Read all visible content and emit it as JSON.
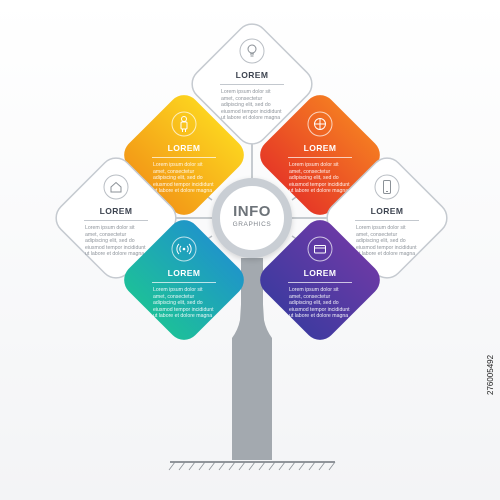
{
  "hub": {
    "title": "INFO",
    "subtitle": "GRAPHICS"
  },
  "cards": [
    {
      "id": "top",
      "icon": "lightbulb-icon",
      "title": "LOREM",
      "body": "Lorem ipsum dolor sit amet, consectetur adipiscing elit, sed do eiusmod tempor incididunt ut labore et dolore magna",
      "color": "#ffffff"
    },
    {
      "id": "left-upper",
      "icon": "person-icon",
      "title": "LOREM",
      "body": "Lorem ipsum dolor sit amet, consectetur adipiscing elit, sed do eiusmod tempor incididunt ut labore et dolore magna",
      "color": "#f6b21a"
    },
    {
      "id": "right-upper",
      "icon": "basketball-icon",
      "title": "LOREM",
      "body": "Lorem ipsum dolor sit amet, consectetur adipiscing elit, sed do eiusmod tempor incididunt ut labore et dolore magna",
      "color": "#ec5a24"
    },
    {
      "id": "left-middle",
      "icon": "home-icon",
      "title": "LOREM",
      "body": "Lorem ipsum dolor sit amet, consectetur adipiscing elit, sed do eiusmod tempor incididunt ut labore et dolore magna",
      "color": "#ffffff"
    },
    {
      "id": "right-middle",
      "icon": "smartphone-icon",
      "title": "LOREM",
      "body": "Lorem ipsum dolor sit amet, consectetur adipiscing elit, sed do eiusmod tempor incididunt ut labore et dolore magna",
      "color": "#ffffff"
    },
    {
      "id": "left-lower",
      "icon": "wifi-icon",
      "title": "LOREM",
      "body": "Lorem ipsum dolor sit amet, consectetur adipiscing elit, sed do eiusmod tempor incididunt ut labore et dolore magna",
      "color": "#1aa9b3"
    },
    {
      "id": "right-lower",
      "icon": "credit-card-icon",
      "title": "LOREM",
      "body": "Lorem ipsum dolor sit amet, consectetur adipiscing elit, sed do eiusmod tempor incididunt ut labore et dolore magna",
      "color": "#5a3aa8"
    }
  ],
  "watermark": "276005492",
  "colors": {
    "stem": "#9aa1a8",
    "outline": "#c5cad0",
    "hub_ring": "#c9ced4"
  }
}
